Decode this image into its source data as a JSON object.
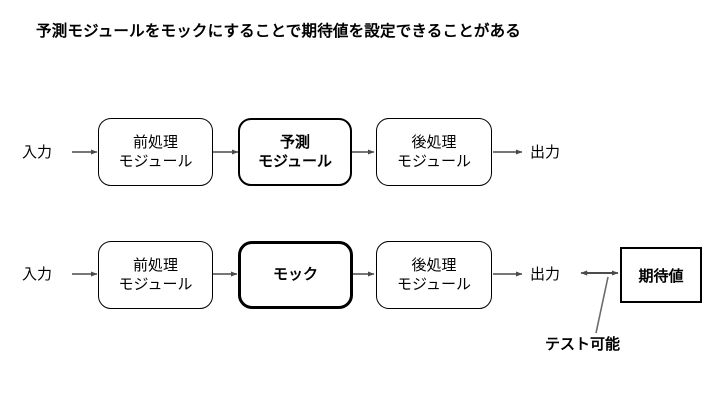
{
  "page": {
    "title": "予測モジュールをモックにすることで期待値を設定できることがある",
    "background_color": "#ffffff",
    "ink_color": "#000000",
    "arrow_color": "#4a4a4a"
  },
  "diagram": {
    "type": "flow-diagram",
    "rows": [
      {
        "id": "normal-pipeline",
        "input_label": "入力",
        "output_label": "出力",
        "nodes": [
          {
            "id": "preprocess-1",
            "line1": "前処理",
            "line2": "モジュール",
            "style": "normal"
          },
          {
            "id": "predict",
            "line1": "予測",
            "line2": "モジュール",
            "style": "emphasis"
          },
          {
            "id": "postprocess-1",
            "line1": "後処理",
            "line2": "モジュール",
            "style": "normal"
          }
        ]
      },
      {
        "id": "mocked-pipeline",
        "input_label": "入力",
        "output_label": "出力",
        "nodes": [
          {
            "id": "preprocess-2",
            "line1": "前処理",
            "line2": "モジュール",
            "style": "normal"
          },
          {
            "id": "mock",
            "line1": "モック",
            "line2": "",
            "style": "heavy"
          },
          {
            "id": "postprocess-2",
            "line1": "後処理",
            "line2": "モジュール",
            "style": "normal"
          }
        ],
        "expected_value_box": "期待値",
        "comparison": "bidirectional",
        "annotation": "テスト可能"
      }
    ]
  }
}
